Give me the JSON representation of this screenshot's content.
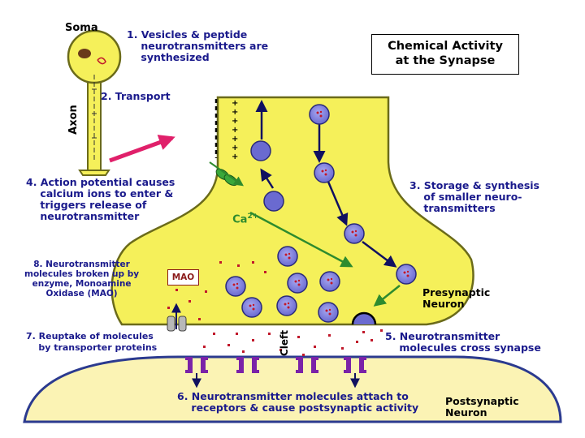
{
  "title": "Chemical Activity\nat the Synapse",
  "labels": {
    "soma": "Soma",
    "axon": "Axon",
    "cleft": "Cleft",
    "calcium": "Ca",
    "calcium_charge": "2+",
    "mao": "MAO",
    "presynaptic": "Presynaptic\nNeuron",
    "postsynaptic": "Postsynaptic\nNeuron"
  },
  "steps": {
    "s1": "1. Vesicles & peptide\n    neurotransmitters are\n    synthesized",
    "s2": "2. Transport",
    "s3": "3. Storage & synthesis\n    of smaller neuro-\n    transmitters",
    "s4": "4. Action potential causes\n    calcium ions to enter &\n    triggers release of\n    neurotransmitter",
    "s5": "5. Neurotransmitter\n    molecules cross synapse",
    "s6": "6. Neurotransmitter molecules attach to\n    receptors & cause postsynaptic activity",
    "s7": "7. Reuptake of molecules\n    by transporter proteins",
    "s8": "8. Neurotransmitter\nmolecules broken up by\nenzyme, Monoamine\nOxidase (MAO)"
  },
  "colors": {
    "neuron_fill": "#f5f05a",
    "neuron_stroke": "#6b6b1a",
    "postsyn_fill": "#fbf3b4",
    "postsyn_stroke": "#2b3a8f",
    "vesicle_fill": "#7b7bd8",
    "vesicle_stroke": "#2a2a7a",
    "molecule": "#c0182a",
    "arrow_navy": "#101060",
    "arrow_green": "#2e8b2e",
    "arrow_pink": "#e0206a",
    "receptor": "#7a22a8",
    "transporter": "#b8b8b8",
    "text_navy": "#1a1a8c"
  }
}
